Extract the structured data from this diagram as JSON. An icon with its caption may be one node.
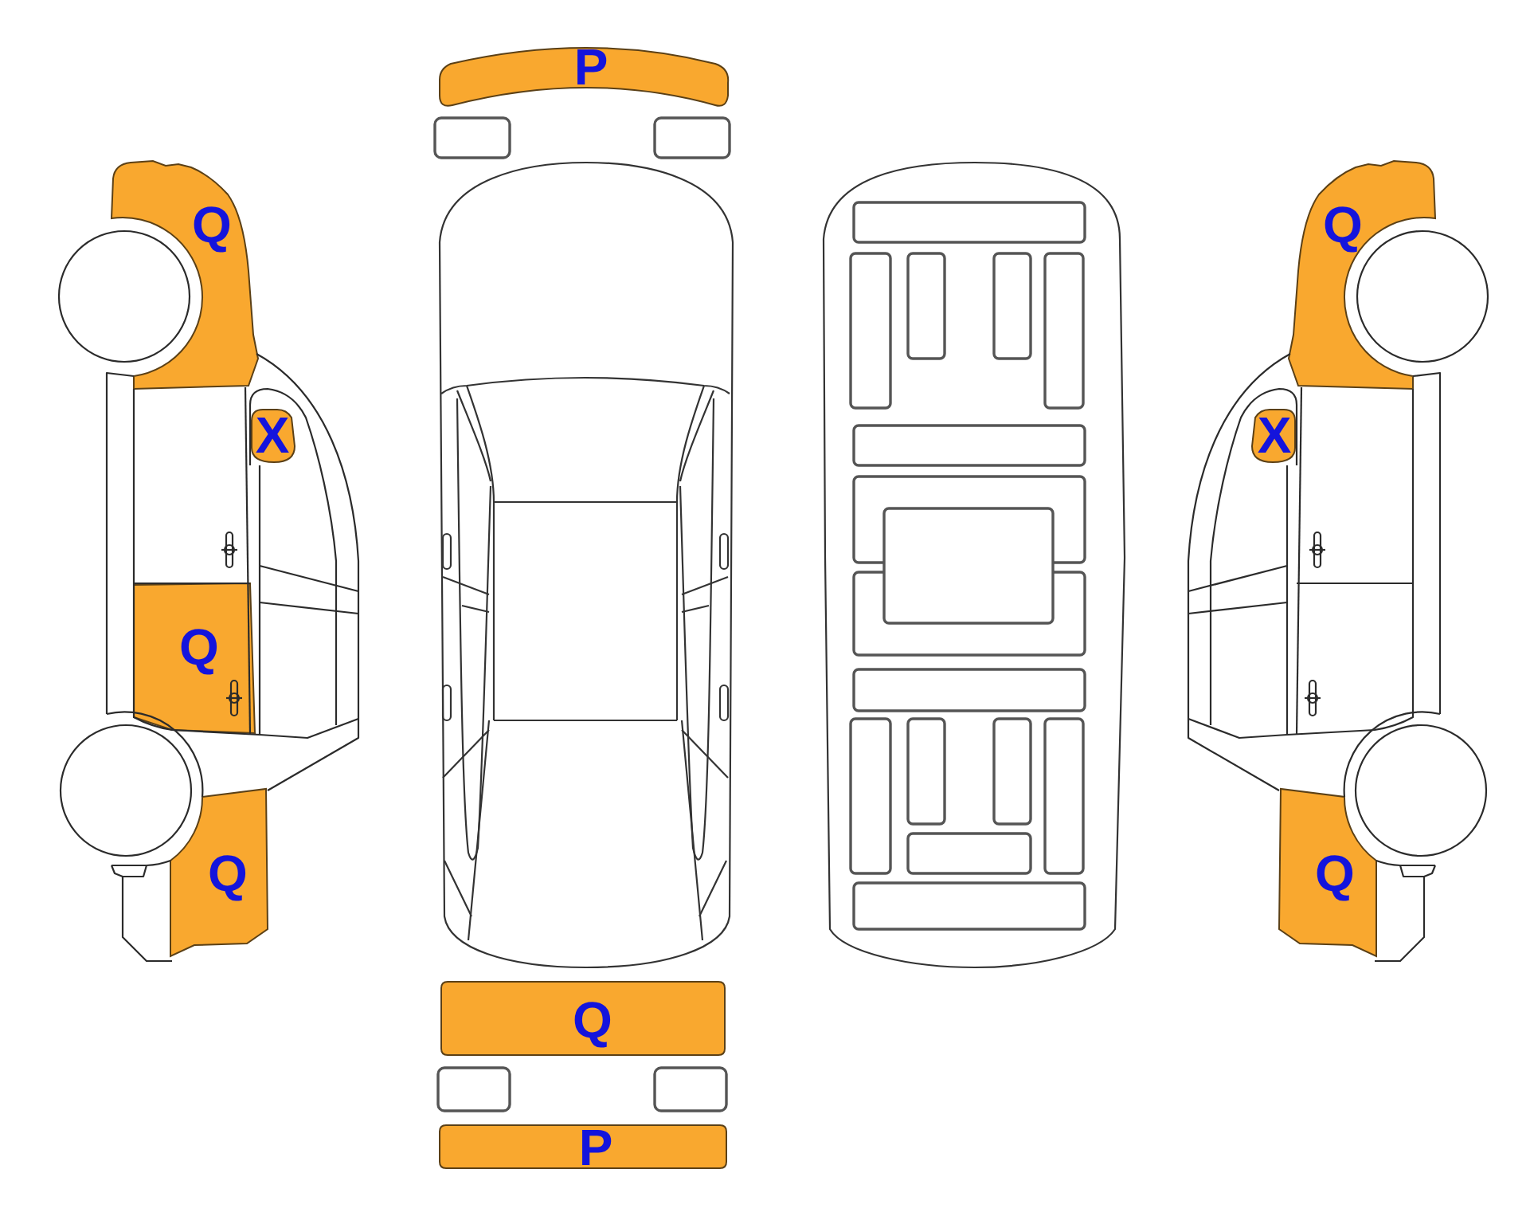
{
  "diagram": {
    "nodes": [
      {
        "text": [
          "P"
        ]
      },
      {
        "text": [
          "Q"
        ]
      },
      {
        "text": [
          "Q"
        ]
      },
      {
        "text": [
          "X"
        ]
      },
      {
        "text": [
          "X"
        ]
      },
      {
        "text": [
          "Q"
        ]
      },
      {
        "text": [
          "Q"
        ]
      },
      {
        "text": [
          "Q"
        ]
      },
      {
        "text": [
          "Q"
        ]
      },
      {
        "text": [
          "P"
        ]
      }
    ]
  }
}
